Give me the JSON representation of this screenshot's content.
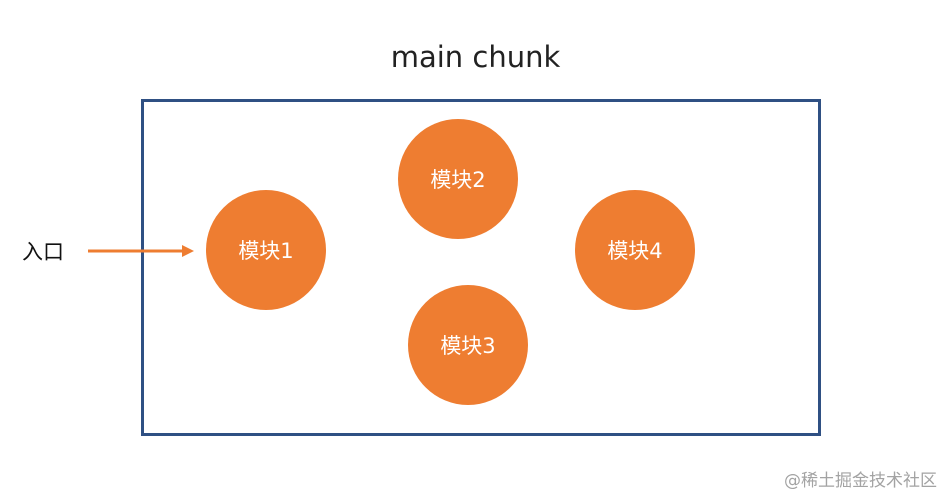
{
  "title": "main chunk",
  "entry": "入口",
  "modules": {
    "m1": "模块1",
    "m2": "模块2",
    "m3": "模块3",
    "m4": "模块4"
  },
  "watermark": "@稀土掘金技术社区",
  "colors": {
    "module_fill": "#ee7d31",
    "box_border": "#2f5083",
    "arrow": "#ee7d31"
  }
}
